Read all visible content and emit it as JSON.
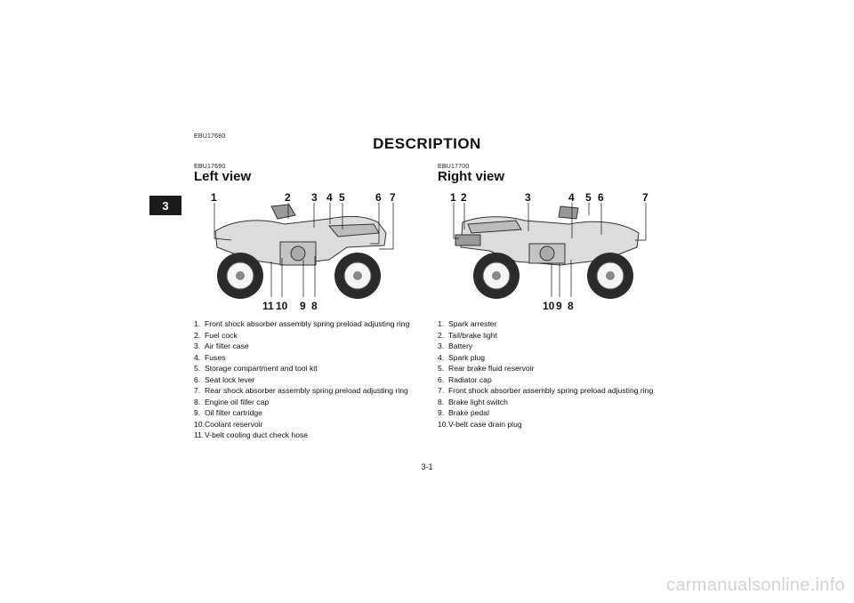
{
  "chapter_tab": "3",
  "page_code": "EBU17680",
  "page_title": "DESCRIPTION",
  "left": {
    "code": "EBU17690",
    "heading": "Left view",
    "callouts_top": [
      "1",
      "2",
      "3",
      "4",
      "5",
      "6",
      "7"
    ],
    "callouts_bottom": [
      "11",
      "10",
      "9",
      "8"
    ],
    "items": [
      {
        "num": "1.",
        "text": "Front shock absorber assembly spring preload adjusting ring"
      },
      {
        "num": "2.",
        "text": "Fuel cock"
      },
      {
        "num": "3.",
        "text": "Air filter case"
      },
      {
        "num": "4.",
        "text": "Fuses"
      },
      {
        "num": "5.",
        "text": "Storage compartment and tool kit"
      },
      {
        "num": "6.",
        "text": "Seat lock lever"
      },
      {
        "num": "7.",
        "text": "Rear shock absorber assembly spring preload adjusting ring"
      },
      {
        "num": "8.",
        "text": "Engine oil filler cap"
      },
      {
        "num": "9.",
        "text": "Oil filter cartridge"
      },
      {
        "num": "10.",
        "text": "Coolant reservoir"
      },
      {
        "num": "11.",
        "text": "V-belt cooling duct check hose"
      }
    ]
  },
  "right": {
    "code": "EBU17700",
    "heading": "Right view",
    "callouts_top": [
      "1",
      "2",
      "3",
      "4",
      "5",
      "6",
      "7"
    ],
    "callouts_bottom": [
      "10",
      "9",
      "8"
    ],
    "items": [
      {
        "num": "1.",
        "text": "Spark arrester"
      },
      {
        "num": "2.",
        "text": "Tail/brake light"
      },
      {
        "num": "3.",
        "text": "Battery"
      },
      {
        "num": "4.",
        "text": "Spark plug"
      },
      {
        "num": "5.",
        "text": "Rear brake fluid reservoir"
      },
      {
        "num": "6.",
        "text": "Radiator cap"
      },
      {
        "num": "7.",
        "text": "Front shock absorber assembly spring preload adjusting ring"
      },
      {
        "num": "8.",
        "text": "Brake light switch"
      },
      {
        "num": "9.",
        "text": "Brake pedal"
      },
      {
        "num": "10.",
        "text": "V-belt case drain plug"
      }
    ]
  },
  "page_number": "3-1",
  "watermark": "carmanualsonline.info"
}
